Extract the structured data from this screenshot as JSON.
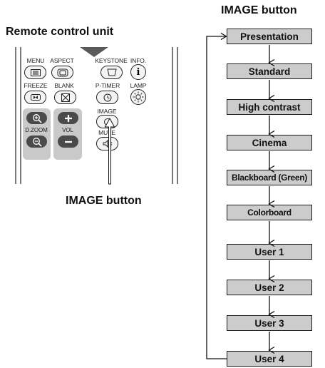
{
  "headings": {
    "remote_title": "Remote control unit",
    "image_button_top": "IMAGE button",
    "image_button_callout": "IMAGE button"
  },
  "remote": {
    "labels": {
      "menu": "MENU",
      "aspect": "ASPECT",
      "keystone": "KEYSTONE",
      "info": "INFO.",
      "freeze": "FREEZE",
      "blank": "BLANK",
      "ptimer": "P-TIMER",
      "lamp": "LAMP",
      "image": "IMAGE",
      "dzoom": "D.ZOOM",
      "vol": "VOL",
      "mute": "MUTE"
    },
    "icons": {
      "info_glyph": "i"
    }
  },
  "flow": {
    "modes": [
      "Presentation",
      "Standard",
      "High contrast",
      "Cinema",
      "Blackboard (Green)",
      "Colorboard",
      "User 1",
      "User 2",
      "User 3",
      "User 4"
    ]
  },
  "colors": {
    "box_fill": "#cccccc",
    "panel_gray": "#c9c9c9",
    "button_dark": "#4a4a4a",
    "triangle": "#5a5a5a"
  }
}
